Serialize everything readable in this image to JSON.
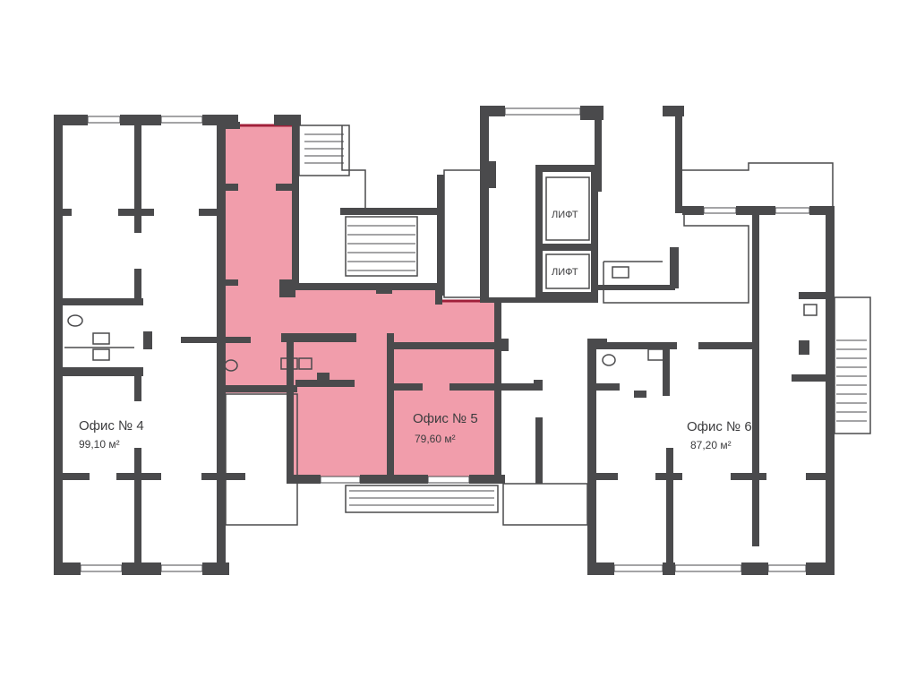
{
  "offices": [
    {
      "id": "office-4",
      "name": "Офис № 4",
      "area": "99,10 м²"
    },
    {
      "id": "office-5",
      "name": "Офис № 5",
      "area": "79,60 м²",
      "highlighted": true
    },
    {
      "id": "office-6",
      "name": "Офис № 6",
      "area": "87,20 м²"
    }
  ],
  "lifts": [
    {
      "label": "ЛИФТ"
    },
    {
      "label": "ЛИФТ"
    }
  ],
  "colors": {
    "highlight_fill": "#ee8c9c",
    "highlight_stroke": "#a0203a",
    "wall": "#4a4a4c",
    "background": "#ffffff"
  }
}
